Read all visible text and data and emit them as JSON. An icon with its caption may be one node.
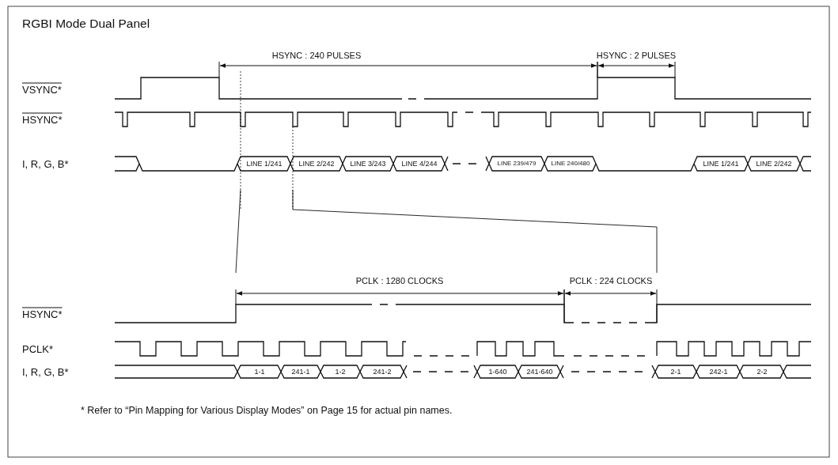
{
  "diagram": {
    "title": "RGBI Mode Dual Panel",
    "labels": [
      "HSYNC : 240 PULSES",
      "HSYNC : 2 PULSES",
      "VSYNC*",
      "HSYNC*",
      "I, R, G, B*",
      "LINE 1/241",
      "LINE 2/242",
      "LINE 3/243",
      "LINE 4/244",
      "LINE 239/479",
      "LINE 240/480",
      "LINE 1/241",
      "LINE 2/242",
      "PCLK : 1280 CLOCKS",
      "PCLK : 224 CLOCKS",
      "HSYNC*",
      "PCLK*",
      "I, R, G, B*",
      "1-1",
      "241-1",
      "1-2",
      "241-2",
      "1-640",
      "241-640",
      "2-1",
      "242-1",
      "2-2",
      "* Refer to “Pin Mapping for Various Display Modes” on Page 15 for actual pin names."
    ]
  }
}
